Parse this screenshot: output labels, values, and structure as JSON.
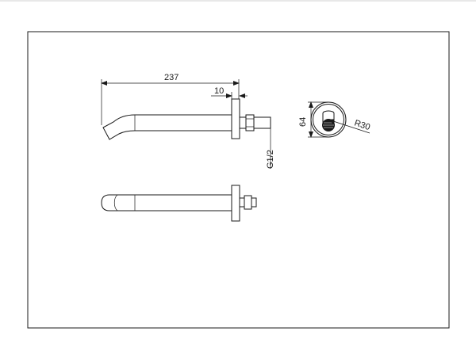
{
  "dimensions": {
    "length": "237",
    "flange": "10",
    "thread": "G1/2",
    "height": "64",
    "radius": "R30"
  }
}
